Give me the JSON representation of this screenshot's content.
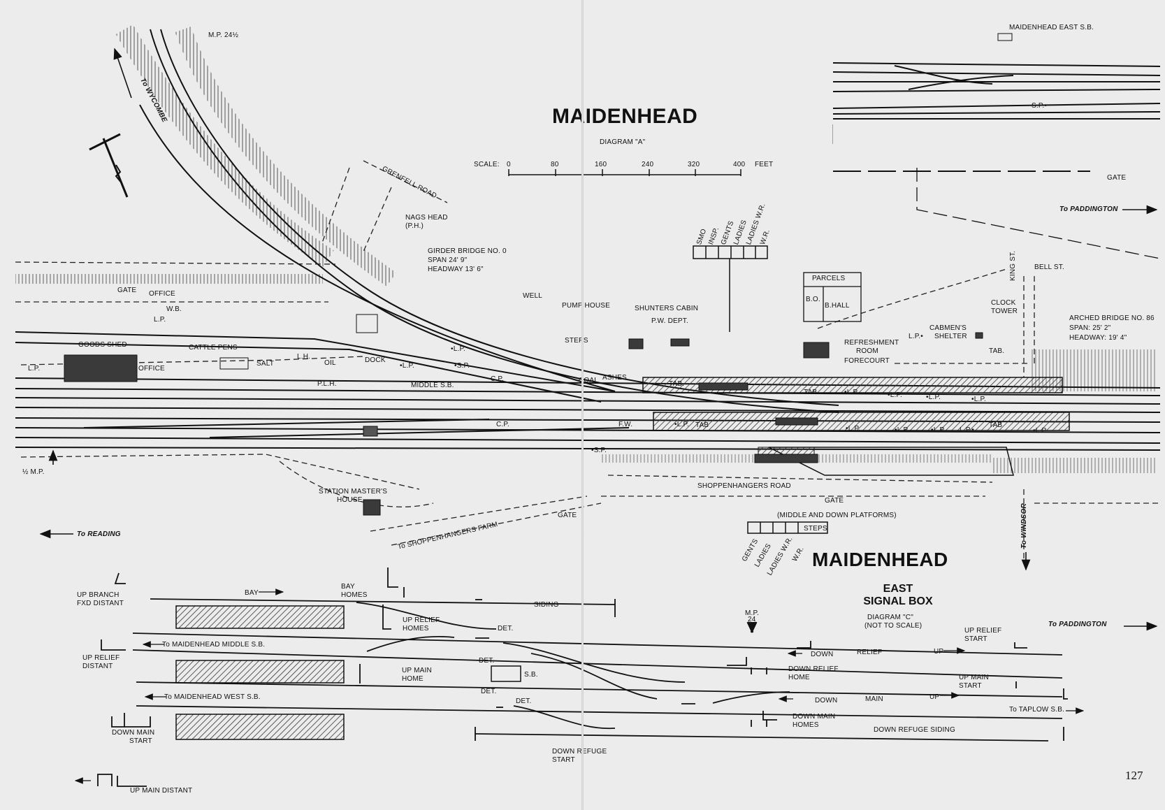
{
  "titles": {
    "main": "MAIDENHEAD",
    "diagram_a": "DIAGRAM \"A\"",
    "east_title": "MAIDENHEAD",
    "east_box": [
      "EAST",
      "SIGNAL BOX"
    ],
    "diagram_c": "DIAGRAM \"C\"",
    "not_to_scale": "(NOT TO SCALE)"
  },
  "scale": {
    "label": "SCALE:",
    "ticks": [
      "0",
      "80",
      "160",
      "240",
      "320",
      "400"
    ],
    "unit": "FEET"
  },
  "page_number": "127",
  "directions": {
    "to_wycombe": "To WYCOMBE",
    "to_reading": "To READING",
    "to_paddington_top": "To PADDINGTON",
    "to_paddington_bottom": "To PADDINGTON",
    "to_windsor": "To WINDSOR",
    "to_taplow": "To TAPLOW S.B.",
    "to_middle": "To MAIDENHEAD MIDDLE S.B.",
    "to_west": "To MAIDENHEAD WEST S.B.",
    "to_shoppenhangers_farm": "To SHOPPENHANGERS FARM"
  },
  "plan_labels": {
    "mp_24": "M.P. 24½",
    "grenfell_road": "GRENFELL ROAD",
    "nags_head": "NAGS HEAD",
    "ph": "(P.H.)",
    "girder_bridge": [
      "GIRDER BRIDGE NO. 0",
      "SPAN 24' 9\"",
      "HEADWAY 13' 6\""
    ],
    "gate_top_left": "GATE",
    "office_top": "OFFICE",
    "wb": "W.B.",
    "lp_1": "L.P.",
    "well": "WELL",
    "pump_house": "PUMP HOUSE",
    "shunters_cabin": "SHUNTERS CABIN",
    "pw_dept": "P.W. DEPT.",
    "steps_top": "STEPS",
    "goods_shed": "GOODS SHED",
    "cattle_pens": "CATTLE PENS",
    "lh": "L.H.",
    "oil": "OIL",
    "dock": "DOCK",
    "salt": "SALT",
    "lp_goods": "L.P.",
    "office_goods": "OFFICE",
    "lp_2": "•L.P.",
    "sp_1": "•S.P.",
    "lp_3": "•L.P.",
    "cp_1": "C.P.",
    "plh": "P.L.H.",
    "middle_sb": "MIDDLE S.B.",
    "coal": "COAL",
    "ashes": "ASHES",
    "tab_1": "TAB.",
    "fw": "F.W.",
    "cp_2": "C.P.",
    "sp_2": "•S.P.",
    "half_mp": "½ M.P.",
    "parcels": "PARCELS",
    "bo": "B.O.",
    "bhall": "B.HALL",
    "refreshment_room": [
      "REFRESHMENT",
      "ROOM"
    ],
    "forecourt": "FORECOURT",
    "lp_forecourt": "L.P.•",
    "cabmens_shelter": [
      "CABMEN'S",
      "SHELTER"
    ],
    "clock_tower": [
      "CLOCK",
      "TOWER"
    ],
    "king_st": "KING ST.",
    "bell_st": "BELL ST.",
    "arched_bridge": [
      "ARCHED BRIDGE NO. 86",
      "SPAN: 25' 2\"",
      "HEADWAY: 19' 4\""
    ],
    "tab_2": "TAB.",
    "tab_3": "TAB",
    "tab_4": "TAB.",
    "tab_5": "TAB",
    "platform_lp_up": [
      "•L.P.",
      "•L.P.",
      "•L.P.",
      "•L.P."
    ],
    "platform_lp_down": [
      "•L.P.",
      "•L.P.",
      "•L.P.",
      "•L.P.",
      "L.P.•",
      "•L.P."
    ],
    "shoppenhangers_road": "SHOPPENHANGERS ROAD",
    "gate_road": "GATE",
    "gate_farm": "GATE",
    "station_masters_house": [
      "STATION MASTER'S",
      "HOUSE"
    ],
    "middle_down_platforms": "(MIDDLE AND DOWN PLATFORMS)",
    "steps_bottom": "STEPS",
    "key_top": [
      "SMO",
      "INSP.",
      "GENTS",
      "LADIES",
      "LADIES W.R.",
      "W.R."
    ],
    "key_bottom": [
      "GENTS",
      "LADIES",
      "LADIES W.R.",
      "W.R."
    ],
    "maidenhead_east_sb": "MAIDENHEAD EAST S.B.",
    "sp_inset": "S.P.•",
    "gate_inset": "GATE"
  },
  "signal_labels": {
    "bay": "BAY",
    "bay_homes": [
      "BAY",
      "HOMES"
    ],
    "up_branch_fxd_distant": [
      "UP BRANCH",
      "FXD DISTANT"
    ],
    "siding": "SIDING",
    "up_relief_homes": [
      "UP RELIEF",
      "HOMES"
    ],
    "det_1": "DET.",
    "det_2": "DET.",
    "det_3": "DET.",
    "det_4": "DET.",
    "sb": "S.B.",
    "up_relief_distant": [
      "UP RELIEF",
      "DISTANT"
    ],
    "up_main_home": [
      "UP MAIN",
      "HOME"
    ],
    "down_main_start": [
      "DOWN MAIN",
      "START"
    ],
    "down_refuge_start": [
      "DOWN REFUGE",
      "START"
    ],
    "up_main_distant": "UP MAIN DISTANT",
    "mp_24": [
      "M.P.",
      "24"
    ],
    "down_relief_home": [
      "DOWN RELIEF",
      "HOME"
    ],
    "down_main_homes": [
      "DOWN MAIN",
      "HOMES"
    ],
    "relief_down": "DOWN",
    "relief": "RELIEF",
    "relief_up": "UP",
    "main_down": "DOWN",
    "main": "MAIN",
    "main_up": "UP",
    "up_relief_start": [
      "UP RELIEF",
      "START"
    ],
    "up_main_start": [
      "UP MAIN",
      "START"
    ],
    "down_refuge_siding": "DOWN REFUGE SIDING"
  }
}
